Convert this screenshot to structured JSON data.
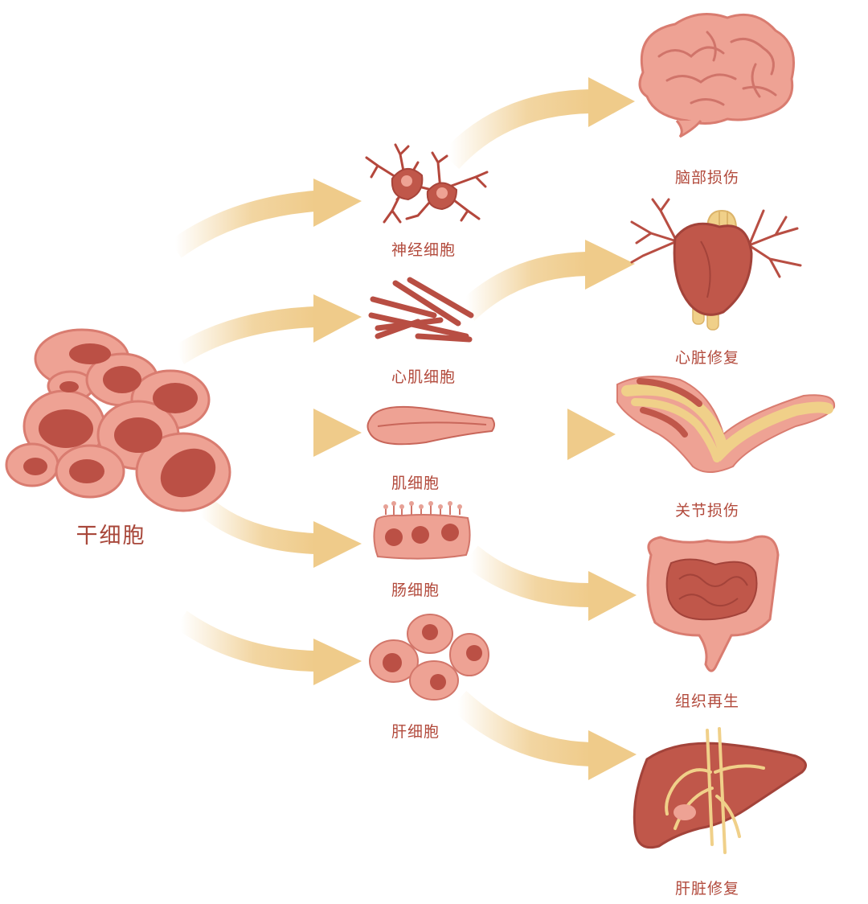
{
  "stem_cell": {
    "label": "干细胞"
  },
  "cells": [
    {
      "label": "神经细胞"
    },
    {
      "label": "心肌细胞"
    },
    {
      "label": "肌细胞"
    },
    {
      "label": "肠细胞"
    },
    {
      "label": "肝细胞"
    }
  ],
  "outcomes": [
    {
      "label": "脑部损伤"
    },
    {
      "label": "心脏修复"
    },
    {
      "label": "关节损伤"
    },
    {
      "label": "组织再生"
    },
    {
      "label": "肝脏修复"
    }
  ],
  "colors": {
    "arrow": "#efcb8a",
    "label": "#b24a3c",
    "cell_fill": "#eea294",
    "cell_edge": "#d4786c",
    "nucleus": "#b84e43",
    "organ_light": "#eea798",
    "organ_dark": "#c0574a",
    "vessel": "#f0d089"
  }
}
